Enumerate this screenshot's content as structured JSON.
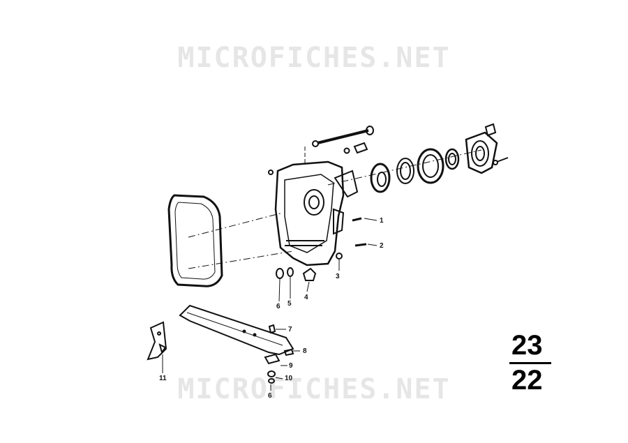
{
  "watermarks": [
    "MICROFICHES.NET",
    "MICROFICHES.NET"
  ],
  "figure": {
    "group": "23",
    "page": "22"
  },
  "callouts": [
    "1",
    "2",
    "3",
    "4",
    "5",
    "6",
    "7",
    "8",
    "9",
    "10",
    "6",
    "11"
  ],
  "colors": {
    "ink": "#111111",
    "watermark": "#e6e6e6"
  }
}
